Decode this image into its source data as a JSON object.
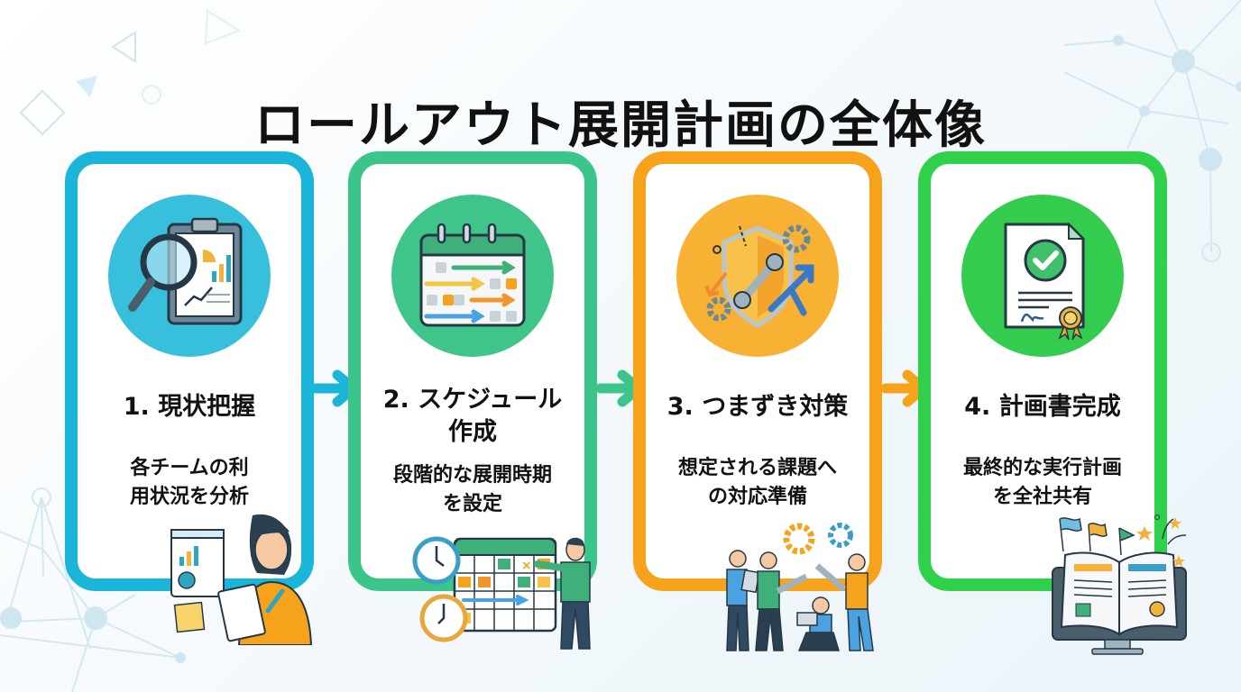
{
  "title": "ロールアウト展開計画の全体像",
  "colors": {
    "step1": "#1ab5d8",
    "step2": "#3cc58a",
    "step3": "#f7a21b",
    "step4": "#2fd14a",
    "ink": "#111111",
    "deco": "#cfe6f1"
  },
  "steps": [
    {
      "number": "1.",
      "title": "1. 現状把握",
      "description_lines": [
        "各チームの利",
        "用状況を分析"
      ],
      "icon": "magnifier-clipboard-icon",
      "illustration": "woman-taking-notes-illustration"
    },
    {
      "number": "2.",
      "title_lines": [
        "2. スケジュール",
        "作成"
      ],
      "description_lines": [
        "段階的な展開時期",
        "を設定"
      ],
      "icon": "calendar-gantt-icon",
      "illustration": "man-pointing-calendar-illustration"
    },
    {
      "number": "3.",
      "title": "3. つまずき対策",
      "description_lines": [
        "想定される課題へ",
        "の対応準備"
      ],
      "icon": "shield-wrench-icon",
      "illustration": "team-fixing-gears-illustration"
    },
    {
      "number": "4.",
      "title": "4. 計画書完成",
      "description_lines": [
        "最終的な実行計画",
        "を全社共有"
      ],
      "icon": "certificate-check-icon",
      "illustration": "open-book-monitor-illustration"
    }
  ],
  "connectors": [
    "arrow-right-icon",
    "arrow-right-icon",
    "arrow-right-icon"
  ]
}
